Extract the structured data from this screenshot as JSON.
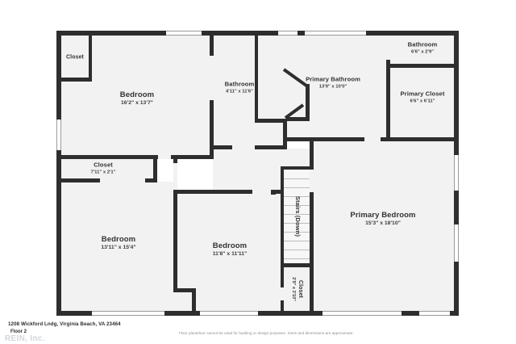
{
  "document": {
    "type": "floor-plan",
    "address": "1208 Wickford Lndg, Virginia Beach, VA 23464",
    "floor_label": "Floor 2",
    "watermark": "REIN, Inc.",
    "disclaimer": "Floor plans/tour cannot be used for building or design purposes. Sizes and dimensions are approximate.",
    "colors": {
      "wall": "#2e2e2e",
      "room_fill": "#f2f2f2",
      "background": "#ffffff",
      "text": "#333333",
      "watermark": "#d2d6da"
    }
  },
  "rooms": [
    {
      "id": "closet-top-left",
      "name": "Closet",
      "dimensions": ""
    },
    {
      "id": "bedroom-upper-left",
      "name": "Bedroom",
      "dimensions": "16'2\" x 13'7\""
    },
    {
      "id": "bathroom-center",
      "name": "Bathroom",
      "dimensions": "4'11\" x 11'6\""
    },
    {
      "id": "primary-bathroom",
      "name": "Primary Bathroom",
      "dimensions": "13'9\" x 10'0\""
    },
    {
      "id": "bathroom-top-right",
      "name": "Bathroom",
      "dimensions": "6'6\" x 2'9\""
    },
    {
      "id": "primary-closet",
      "name": "Primary Closet",
      "dimensions": "6'6\" x 6'11\""
    },
    {
      "id": "closet-mid-left",
      "name": "Closet",
      "dimensions": "7'11\" x 2'1\""
    },
    {
      "id": "bedroom-lower-left",
      "name": "Bedroom",
      "dimensions": "13'11\" x 15'4\""
    },
    {
      "id": "bedroom-lower-mid",
      "name": "Bedroom",
      "dimensions": "11'8\" x 11'11\""
    },
    {
      "id": "stairs",
      "name": "Stairs (Down)",
      "dimensions": ""
    },
    {
      "id": "closet-stairs",
      "name": "Closet",
      "dimensions": "2'9\" x 3'10\""
    },
    {
      "id": "primary-bedroom",
      "name": "Primary Bedroom",
      "dimensions": "15'3\" x 18'10\""
    }
  ]
}
